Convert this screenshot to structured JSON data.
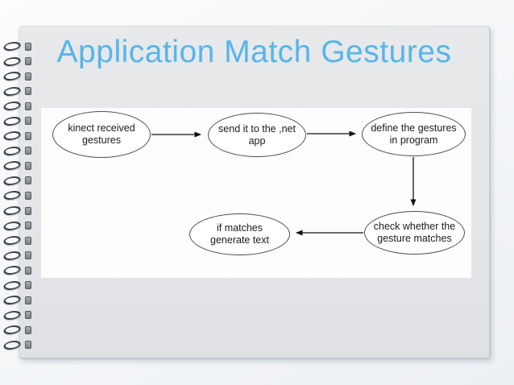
{
  "slide": {
    "title": "Application Match Gestures",
    "title_color": "#58b5e9",
    "theme": {
      "page_color": "#e3e5e8",
      "panel_color": "#fdfdfd",
      "node_border_color": "#4f4f4f",
      "arrow_color": "#111111"
    }
  },
  "flowchart": {
    "nodes": [
      {
        "id": "kinect-received-gestures",
        "line1": "kinect received",
        "line2": "gestures"
      },
      {
        "id": "send-to-net-app",
        "line1": "send it to the ,net",
        "line2": "app"
      },
      {
        "id": "define-gestures",
        "line1": "define the gestures",
        "line2": "in program"
      },
      {
        "id": "check-gesture-matches",
        "line1": "check whether the",
        "line2": "gesture matches"
      },
      {
        "id": "if-matches-generate-text",
        "line1": "if matches",
        "line2": "generate text"
      }
    ],
    "edges": [
      {
        "from": "kinect-received-gestures",
        "to": "send-to-net-app"
      },
      {
        "from": "send-to-net-app",
        "to": "define-gestures"
      },
      {
        "from": "define-gestures",
        "to": "check-gesture-matches"
      },
      {
        "from": "check-gesture-matches",
        "to": "if-matches-generate-text"
      }
    ]
  }
}
